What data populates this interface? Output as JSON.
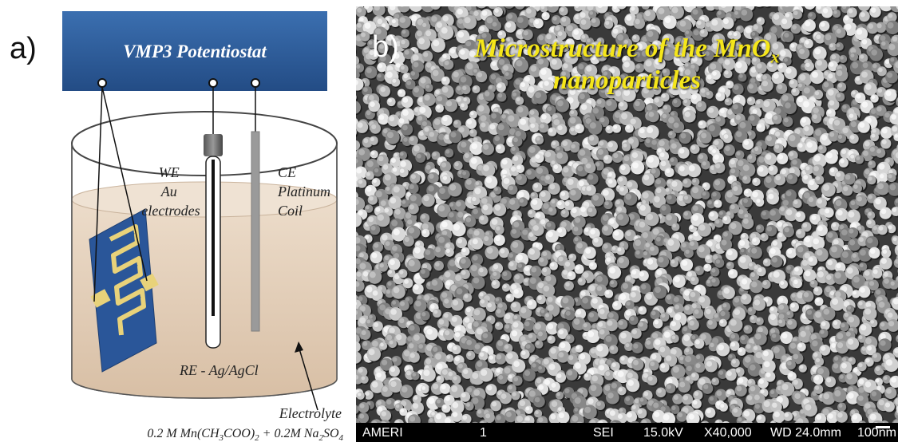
{
  "panel_a": {
    "label": "a)",
    "potentiostat": "VMP3 Potentiostat",
    "we_label": [
      "WE",
      "Au",
      "electrodes"
    ],
    "ce_label": [
      "CE",
      "Platinum",
      "Coil"
    ],
    "re_label": "RE - Ag/AgCl",
    "electrolyte_label": "Electrolyte",
    "electrolyte_formula": {
      "p1": "0.2 M Mn(CH",
      "s1": "3",
      "p2": "COO)",
      "s2": "2",
      "p3": " + 0.2M Na",
      "s3": "2",
      "p4": "SO",
      "s4": "4"
    },
    "colors": {
      "potentiostat": "#2f5f9e",
      "liquid": "#e6d2bd",
      "chip": "#2a5699",
      "gold": "#e8d27a"
    }
  },
  "panel_b": {
    "label": "b)",
    "title_line1": "Microstructure of the MnO",
    "title_sub": "x",
    "title_line2": "nanoparticles",
    "info_bar": {
      "operator": "AMERI",
      "number": "1",
      "detector": "SEI",
      "voltage": "15.0kV",
      "magnification": "X40,000",
      "working_distance": "WD 24.0mm",
      "scale": "100nm"
    },
    "colors": {
      "title": "#f5e61a"
    }
  }
}
